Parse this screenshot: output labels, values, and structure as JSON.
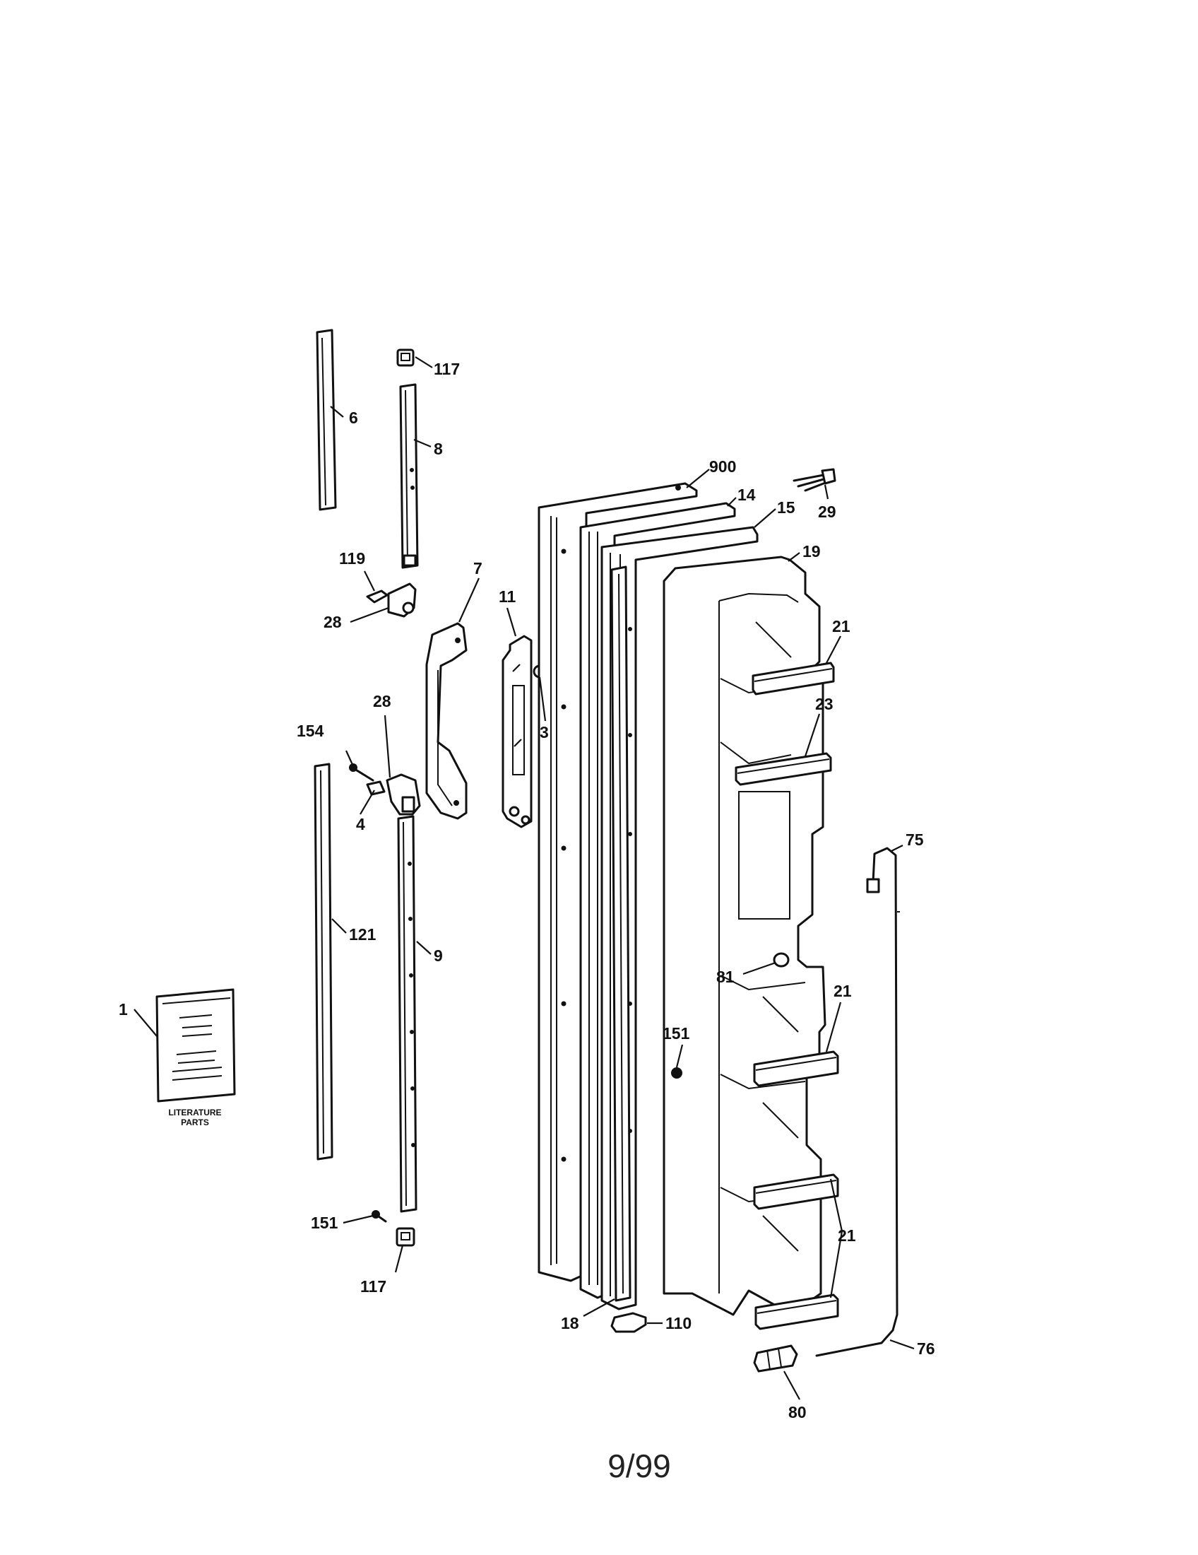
{
  "callouts": {
    "c117_top": "117",
    "c6": "6",
    "c8": "8",
    "c900": "900",
    "c14": "14",
    "c15": "15",
    "c29": "29",
    "c19": "19",
    "c119": "119",
    "c7": "7",
    "c11": "11",
    "c28_top": "28",
    "c21_top": "21",
    "c28_mid": "28",
    "c154": "154",
    "c3": "3",
    "c23": "23",
    "c4": "4",
    "c75": "75",
    "c121": "121",
    "c9": "9",
    "c81": "81",
    "c21_mid": "21",
    "c1": "1",
    "c151_mid": "151",
    "c21_bottom": "21",
    "c151_left": "151",
    "c117_bottom": "117",
    "c18": "18",
    "c110": "110",
    "c76": "76",
    "c80": "80"
  },
  "literature": {
    "line1": "LITERATURE",
    "line2": "PARTS"
  },
  "footer": {
    "date": "9/99"
  }
}
